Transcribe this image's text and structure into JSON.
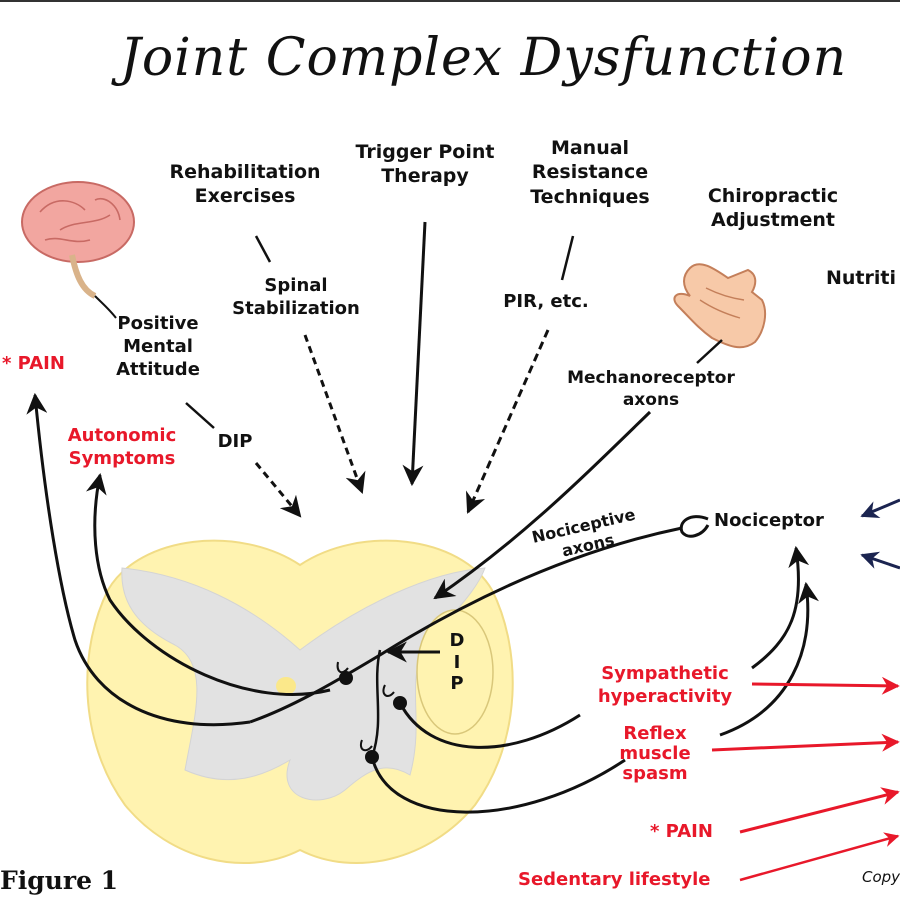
{
  "title": "Joint Complex Dysfunction",
  "figure_label": "Figure 1",
  "copyright_text": "Copy",
  "labels": {
    "rehab": "Rehabilitation\nExercises",
    "trigger": "Trigger Point\nTherapy",
    "manual": "Manual\nResistance\nTechniques",
    "chiro": "Chiropractic\nAdjustment",
    "nutrition": "Nutriti",
    "spinal": "Spinal\nStabilization",
    "pir": "PIR, etc.",
    "positive": "Positive\nMental\nAttitude",
    "mechano": "Mechanoreceptor\naxons",
    "dip_left": "DIP",
    "nociceptive": "Nociceptive\naxons",
    "nociceptor": "Nociceptor",
    "dip_vertical": "D\nI\nP"
  },
  "red_labels": {
    "pain_top": "* PAIN",
    "autonomic": "Autonomic\nSymptoms",
    "sympathetic": "Sympathetic\nhyperactivity",
    "reflex": "Reflex\nmuscle\nspasm",
    "pain_bottom": "* PAIN",
    "sedentary": "Sedentary lifestyle"
  },
  "colors": {
    "text": "#111111",
    "red": "#e8182a",
    "spinal_cord": "#fff3b0",
    "spinal_cord_dark": "#fbe88a",
    "gray_matter": "#e2e2e2",
    "navy_arrow": "#1b2450",
    "brain_pink": "#f2a6a0",
    "hand_peach": "#f7c9a8"
  },
  "icons": [
    "brain-icon",
    "hand-icon"
  ]
}
